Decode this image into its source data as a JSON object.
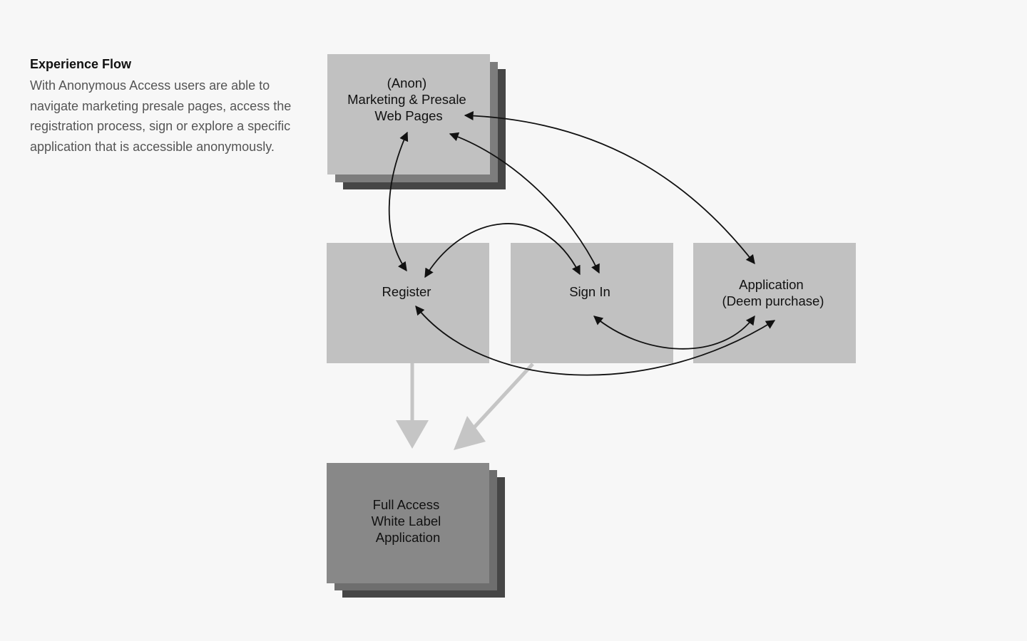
{
  "header": {
    "title": "Experience Flow",
    "description": "With Anonymous Access users are able to navigate marketing presale pages, access the registration process, sign or explore a specific application that is accessible anonymously."
  },
  "nodes": {
    "marketing": {
      "lines": [
        "(Anon)",
        "Marketing & Presale",
        "Web Pages"
      ]
    },
    "register": {
      "lines": [
        "Register"
      ]
    },
    "signin": {
      "lines": [
        "Sign In"
      ]
    },
    "application": {
      "lines": [
        "Application",
        "(Deem purchase)"
      ]
    },
    "full_access": {
      "lines": [
        "Full Access",
        "White Label",
        "Application"
      ]
    }
  },
  "colors": {
    "background": "#f7f7f7",
    "box_light": "#c1c1c1",
    "box_dark": "#888888",
    "stack_mid": "#7d7d7d",
    "stack_deep": "#464646",
    "connector": "#111111",
    "flow_arrow": "#c5c5c5"
  }
}
